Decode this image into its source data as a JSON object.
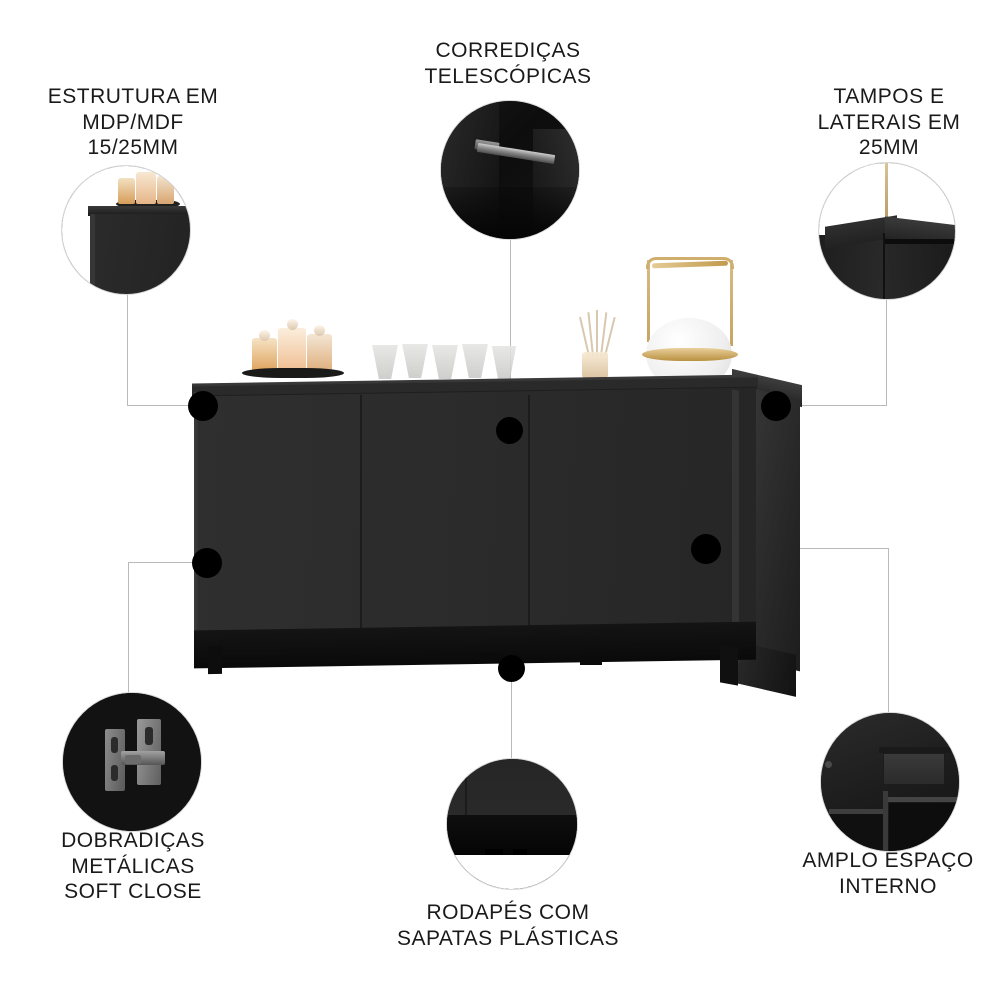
{
  "page": {
    "background": "#ffffff",
    "product": "Buffet / Aparador 3 portas preto",
    "text_color": "#1a1a1a",
    "line_color": "#b9b9b9",
    "dot_color": "#000000"
  },
  "callouts": [
    {
      "id": "estrutura",
      "label": "ESTRUTURA EM\nMDP/MDF\n15/25MM",
      "position": "top-left",
      "detail_icon": "cabinet-corner-detail-icon"
    },
    {
      "id": "corredicas",
      "label": "CORREDIÇAS\nTELESCÓPICAS",
      "position": "top-center",
      "detail_icon": "drawer-slide-detail-icon"
    },
    {
      "id": "tampos",
      "label": "TAMPOS E\nLATERAIS EM\n25MM",
      "position": "top-right",
      "detail_icon": "top-corner-thickness-detail-icon"
    },
    {
      "id": "dobradicas",
      "label": "DOBRADIÇAS\nMETÁLICAS\nSOFT CLOSE",
      "position": "bottom-left",
      "detail_icon": "metal-hinge-detail-icon"
    },
    {
      "id": "rodapes",
      "label": "RODAPÉS COM\nSAPATAS PLÁSTICAS",
      "position": "bottom-center",
      "detail_icon": "plinth-foot-detail-icon"
    },
    {
      "id": "amplo",
      "label": "AMPLO ESPAÇO\nINTERNO",
      "position": "bottom-right",
      "detail_icon": "interior-shelves-detail-icon"
    }
  ],
  "product_decor": {
    "decanters": "three-crystal-decanters-on-tray",
    "glassware": "five-textured-glasses",
    "diffuser": "reed-diffuser-jar",
    "lantern": "gold-frame-globe-lantern"
  }
}
